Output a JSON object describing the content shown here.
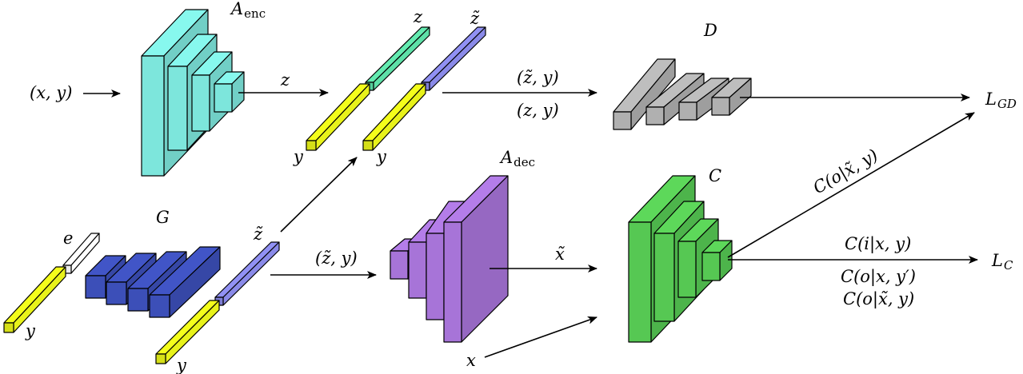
{
  "colors": {
    "encoder": "#7de6dc",
    "z_vector": "#5ee0a8",
    "ztilde_vector": "#8a8ae8",
    "label_vector": "#e8f21a",
    "noise_vector": "#ffffff",
    "generator": "#3c4fb8",
    "discriminator_gd": "#b0b0b0",
    "decoder": "#a774d8",
    "classifier": "#56c853"
  },
  "labels": {
    "input_x_y": "(x, y)",
    "a_enc_main": "A",
    "a_enc_sub": "enc",
    "z_arrow": "z",
    "z_top": "z",
    "ztilde_top": "z̃",
    "y_enc_left": "y",
    "y_enc_right": "y",
    "ztilde_y_top": "(z̃, y)",
    "z_y": "(z, y)",
    "d_label": "D",
    "l_gd_main": "L",
    "l_gd_sub": "GD",
    "a_dec_main": "A",
    "a_dec_sub": "dec",
    "g_label": "G",
    "e_label": "e",
    "y_gen": "y",
    "ztilde_gen": "z̃",
    "y_gen_out": "y",
    "ztilde_y_mid": "(z̃, y)",
    "xtilde": "x̃",
    "x_input": "x",
    "c_label": "C",
    "c_o_xtilde_y": "C(o|x̃, y)",
    "c_i_x_y": "C(i|x, y)",
    "c_o_x_yprime": "C(o|x, y′)",
    "c_o_xtilde_y_lower": "C(o|x̃, y)",
    "l_c_main": "L",
    "l_c_sub": "C"
  }
}
